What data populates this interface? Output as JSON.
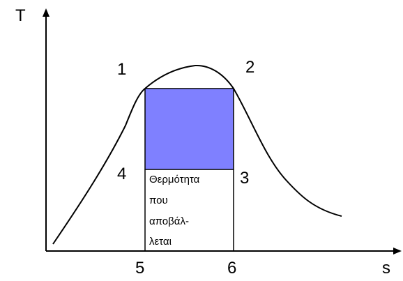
{
  "axes": {
    "y_label": "T",
    "x_label": "s"
  },
  "points": {
    "p1": "1",
    "p2": "2",
    "p3": "3",
    "p4": "4",
    "p5": "5",
    "p6": "6"
  },
  "rejected_heat_area": {
    "lines": [
      "Θερμότητα",
      "που",
      "αποβάλ-",
      "λεται"
    ]
  },
  "colors": {
    "cycle_fill": "#7f80ff",
    "curve": "#000000",
    "axes": "#000000"
  }
}
